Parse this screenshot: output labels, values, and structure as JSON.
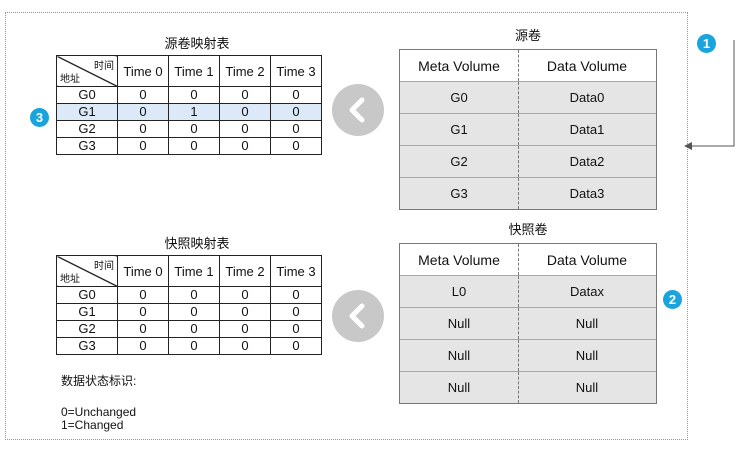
{
  "source_table": {
    "title": "源卷映射表",
    "corner_top": "时间",
    "corner_bottom": "地址",
    "columns": [
      "Time 0",
      "Time 1",
      "Time 2",
      "Time 3"
    ],
    "rows": [
      {
        "addr": "G0",
        "values": [
          "0",
          "0",
          "0",
          "0"
        ]
      },
      {
        "addr": "G1",
        "values": [
          "0",
          "1",
          "0",
          "0"
        ]
      },
      {
        "addr": "G2",
        "values": [
          "0",
          "0",
          "0",
          "0"
        ]
      },
      {
        "addr": "G3",
        "values": [
          "0",
          "0",
          "0",
          "0"
        ]
      }
    ]
  },
  "snapshot_table": {
    "title": "快照映射表",
    "corner_top": "时间",
    "corner_bottom": "地址",
    "columns": [
      "Time 0",
      "Time 1",
      "Time 2",
      "Time 3"
    ],
    "rows": [
      {
        "addr": "G0",
        "values": [
          "0",
          "0",
          "0",
          "0"
        ]
      },
      {
        "addr": "G1",
        "values": [
          "0",
          "0",
          "0",
          "0"
        ]
      },
      {
        "addr": "G2",
        "values": [
          "0",
          "0",
          "0",
          "0"
        ]
      },
      {
        "addr": "G3",
        "values": [
          "0",
          "0",
          "0",
          "0"
        ]
      }
    ]
  },
  "source_volume": {
    "title": "源卷",
    "headers": [
      "Meta Volume",
      "Data Volume"
    ],
    "rows": [
      [
        "G0",
        "Data0"
      ],
      [
        "G1",
        "Data1"
      ],
      [
        "G2",
        "Data2"
      ],
      [
        "G3",
        "Data3"
      ]
    ]
  },
  "snapshot_volume": {
    "title": "快照卷",
    "headers": [
      "Meta Volume",
      "Data Volume"
    ],
    "rows": [
      [
        "L0",
        "Datax"
      ],
      [
        "Null",
        "Null"
      ],
      [
        "Null",
        "Null"
      ],
      [
        "Null",
        "Null"
      ]
    ]
  },
  "legend": {
    "title": "数据状态标识:",
    "items": [
      "0=Unchanged",
      "1=Changed"
    ]
  },
  "badges": {
    "one": "1",
    "two": "2",
    "three": "3"
  },
  "colors": {
    "badge": "#1aa4de",
    "highlight_row": "#dce9f8",
    "volume_bg": "#e5e5e5",
    "arrow_circle": "#c8c8c8"
  },
  "icons": {
    "arrow": "chevron-left-icon"
  }
}
